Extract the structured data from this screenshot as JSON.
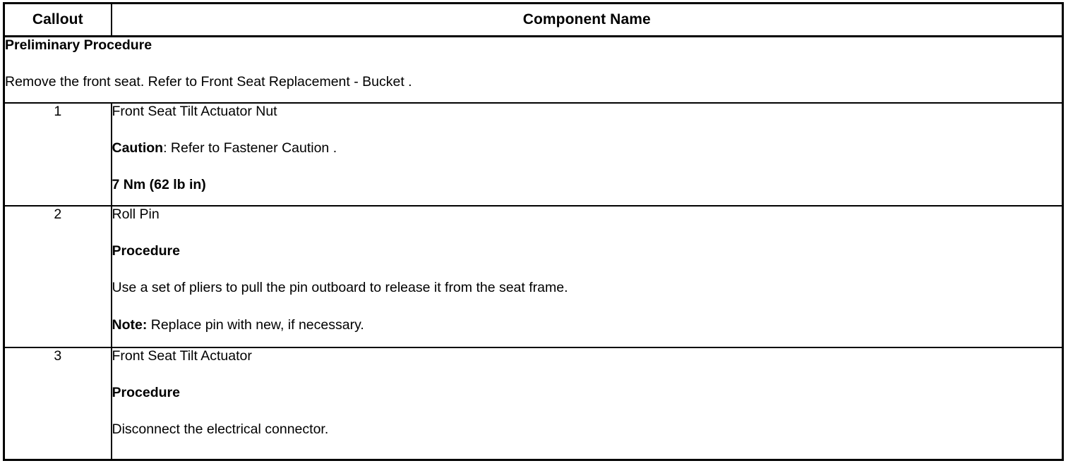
{
  "table": {
    "headers": {
      "callout": "Callout",
      "component_name": "Component Name"
    },
    "preliminary": {
      "title": "Preliminary Procedure",
      "body": "Remove the front seat. Refer to Front Seat Replacement - Bucket ."
    },
    "rows": [
      {
        "callout": "1",
        "name": "Front Seat Tilt Actuator Nut",
        "caution_label": "Caution",
        "caution_text": ": Refer to Fastener Caution .",
        "torque": "7 Nm (62 lb in)"
      },
      {
        "callout": "2",
        "name": "Roll Pin",
        "procedure_label": "Procedure",
        "procedure_text": "Use a set of pliers to pull the pin outboard to release it from the seat frame.",
        "note_label": "Note:",
        "note_text": " Replace pin with new, if necessary."
      },
      {
        "callout": "3",
        "name": "Front Seat Tilt Actuator",
        "procedure_label": "Procedure",
        "procedure_text": "Disconnect the electrical connector."
      }
    ]
  },
  "colors": {
    "border": "#000000",
    "text": "#000000",
    "background": "#ffffff"
  }
}
